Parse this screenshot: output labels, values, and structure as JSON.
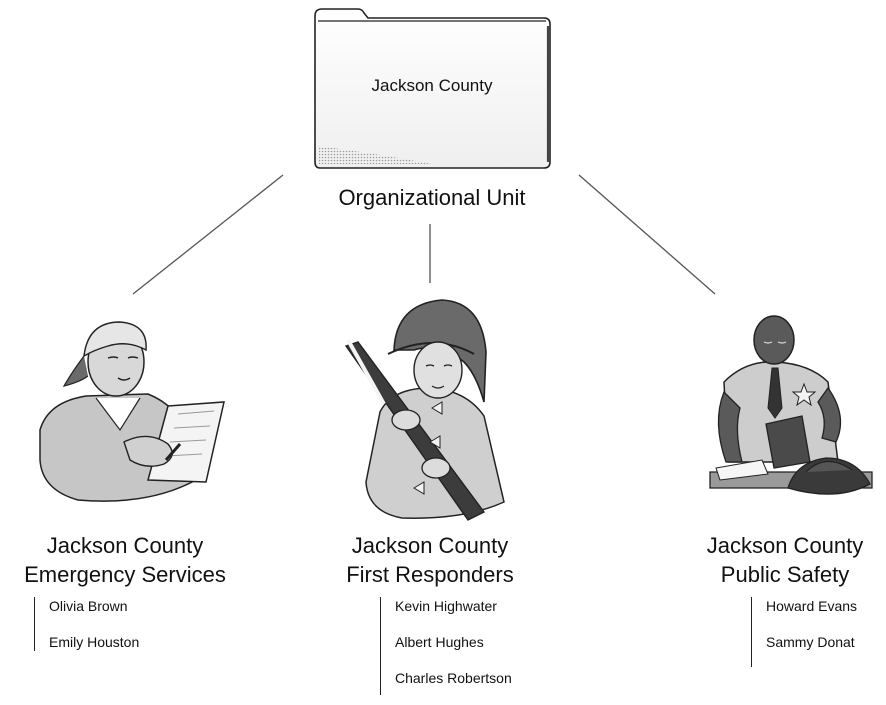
{
  "root": {
    "folder_label": "Jackson County",
    "caption": "Organizational Unit",
    "icon": "folder-icon"
  },
  "units": [
    {
      "title_line1": "Jackson County",
      "title_line2": "Emergency Services",
      "icon": "nurse-with-clipboard-icon",
      "members": [
        "Olivia Brown",
        "Emily Houston"
      ]
    },
    {
      "title_line1": "Jackson County",
      "title_line2": "First Responders",
      "icon": "firefighter-icon",
      "members": [
        "Kevin Highwater",
        "Albert Hughes",
        "Charles Robertson"
      ]
    },
    {
      "title_line1": "Jackson County",
      "title_line2": "Public Safety",
      "icon": "police-officer-icon",
      "members": [
        "Howard Evans",
        "Sammy Donat"
      ]
    }
  ],
  "colors": {
    "line": "#555555",
    "folder_fill": "#f6f6f6",
    "figure_gray": "#bdbdbd",
    "figure_dark": "#5a5a5a"
  }
}
